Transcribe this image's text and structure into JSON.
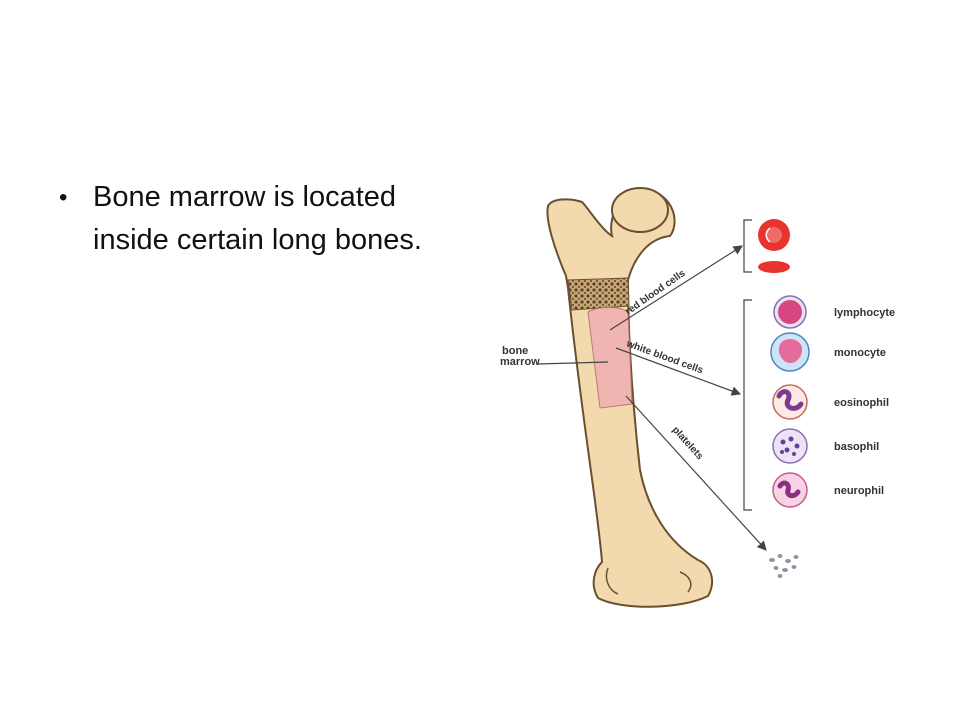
{
  "slide": {
    "bullets": [
      {
        "text": "Bone marrow is located inside certain long bones."
      }
    ]
  },
  "diagram": {
    "labels": {
      "bone_marrow": [
        "bone",
        "marrow"
      ],
      "red_blood_cells": "red blood cells",
      "white_blood_cells": "white blood cells",
      "platelets": "platelets"
    },
    "white_cells": [
      "lymphocyte",
      "monocyte",
      "eosinophil",
      "basophil",
      "neurophil"
    ],
    "colors": {
      "bone": "#f3d9ae",
      "bone_outline": "#6b5030",
      "marrow": "#f1b5b1",
      "spongy_bone": "#8a6a44",
      "red_cell": "#e8332e",
      "arrow": "#444444"
    }
  }
}
